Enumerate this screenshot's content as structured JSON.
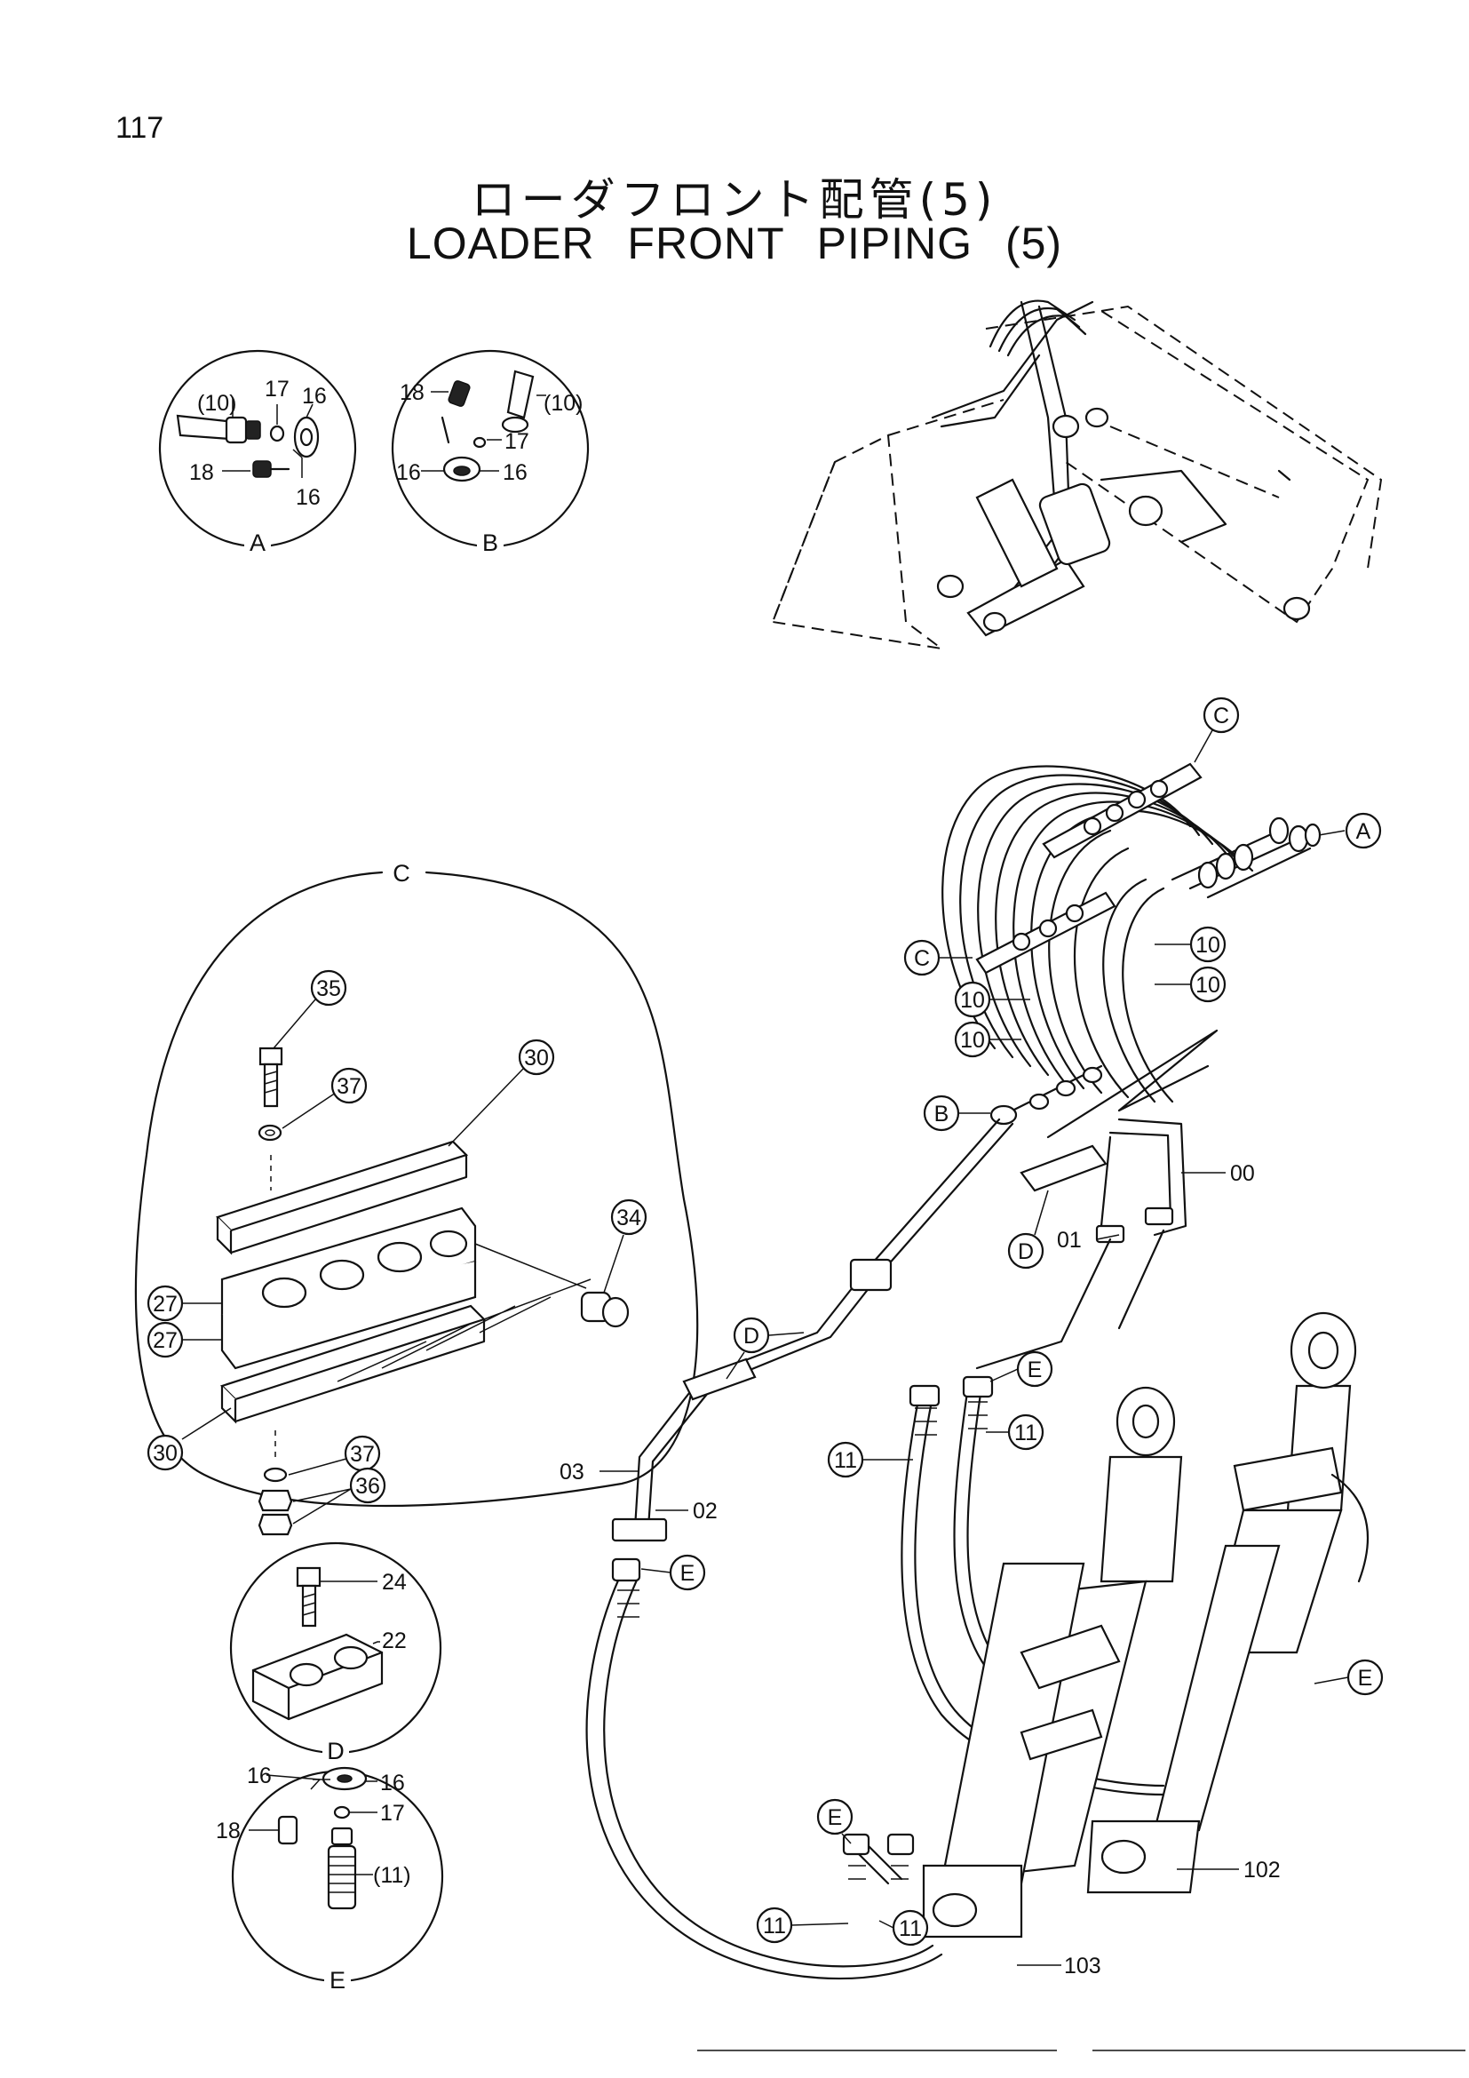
{
  "page_number": "117",
  "title_jp": "ローダフロント配管(5)",
  "title_en": "LOADER   FRONT   PIPING (5)",
  "details": {
    "A": {
      "name": "A",
      "labels": [
        "(10)",
        "17",
        "16",
        "18",
        "16"
      ]
    },
    "B": {
      "name": "B",
      "labels": [
        "18",
        "(10)",
        "17",
        "16",
        "16"
      ]
    },
    "C": {
      "name": "C",
      "labels": [
        "35",
        "37",
        "30",
        "34",
        "27",
        "27",
        "30",
        "37",
        "36"
      ]
    },
    "D": {
      "name": "D",
      "labels": [
        "24",
        "22"
      ]
    },
    "E": {
      "name": "E",
      "labels": [
        "16",
        "16",
        "17",
        "18",
        "(11)"
      ]
    }
  },
  "main": {
    "callouts": [
      "C",
      "A",
      "C",
      "B",
      "D",
      "D",
      "E",
      "E",
      "E",
      "E"
    ],
    "part_numbers": [
      "10",
      "10",
      "10",
      "10",
      "00",
      "01",
      "11",
      "11",
      "03",
      "02",
      "11",
      "11",
      "102",
      "103"
    ]
  }
}
